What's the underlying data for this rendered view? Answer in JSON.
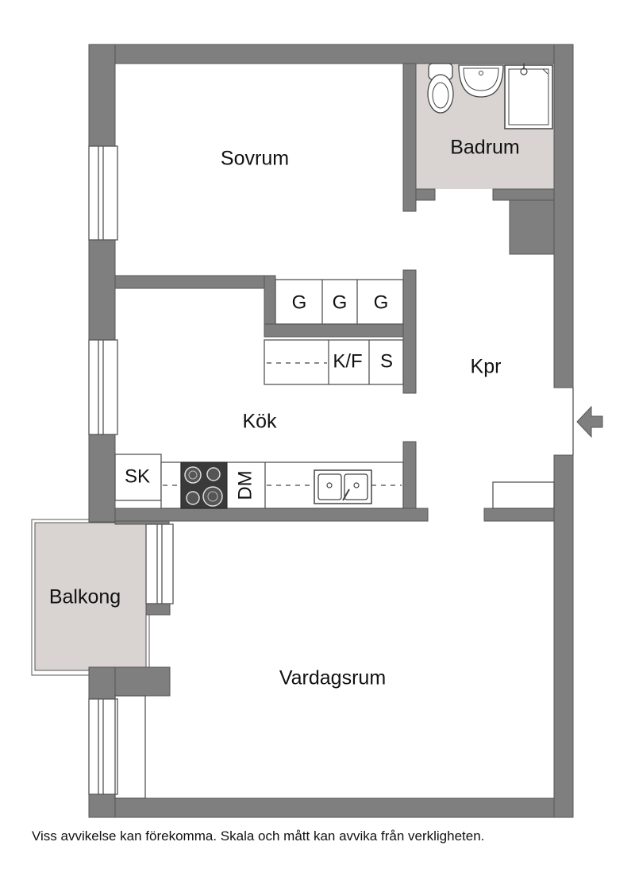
{
  "rooms": {
    "sovrum": "Sovrum",
    "badrum": "Badrum",
    "kok": "Kök",
    "kpr": "Kpr",
    "balkong": "Balkong",
    "vardagsrum": "Vardagsrum"
  },
  "fixtures": {
    "wardrobe_1": "G",
    "wardrobe_2": "G",
    "wardrobe_3": "G",
    "fridge_freezer": "K/F",
    "storage": "S",
    "pantry": "SK",
    "dishwasher": "DM"
  },
  "icons": {
    "entrance": "entrance-arrow-icon",
    "stove": "stove-icon",
    "sink": "kitchen-sink-icon",
    "toilet": "toilet-icon",
    "washbasin": "washbasin-icon",
    "shower": "shower-icon"
  },
  "colors": {
    "wall": "#7f7f7f",
    "wet_room_floor": "#d9d4d1",
    "balcony_floor": "#d9d4d1",
    "floor": "#ffffff"
  },
  "disclaimer": "Viss avvikelse kan förekomma. Skala och mått kan avvika från verkligheten."
}
